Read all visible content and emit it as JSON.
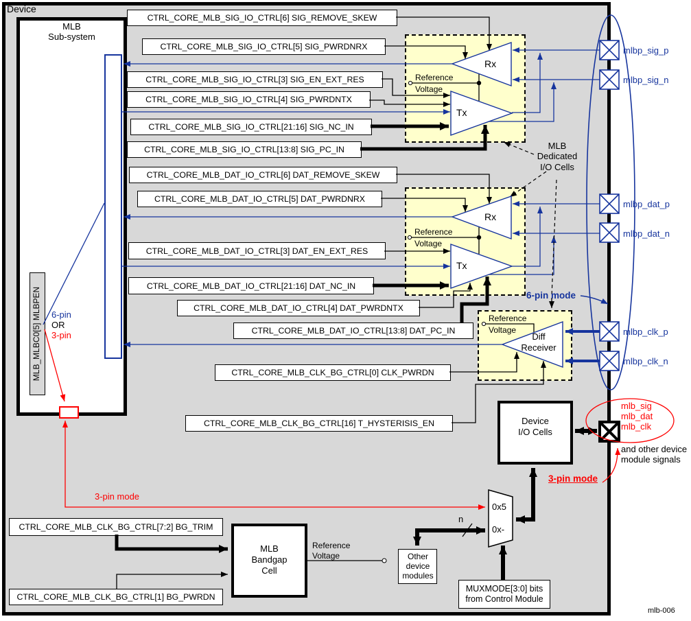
{
  "device": {
    "label": "Device",
    "figure_id": "mlb-006"
  },
  "subsystem": {
    "title1": "MLB",
    "title2": "Sub-system",
    "mlbpen": "MLB_MLBC0[5] MLBPEN",
    "pin6": "6-pin",
    "or": "OR",
    "pin3": "3-pin"
  },
  "registers": [
    {
      "label": "CTRL_CORE_MLB_SIG_IO_CTRL[6] SIG_REMOVE_SKEW"
    },
    {
      "label": "CTRL_CORE_MLB_SIG_IO_CTRL[5] SIG_PWRDNRX"
    },
    {
      "label": "CTRL_CORE_MLB_SIG_IO_CTRL[3] SIG_EN_EXT_RES"
    },
    {
      "label": "CTRL_CORE_MLB_SIG_IO_CTRL[4] SIG_PWRDNTX"
    },
    {
      "label": "CTRL_CORE_MLB_SIG_IO_CTRL[21:16] SIG_NC_IN"
    },
    {
      "label": "CTRL_CORE_MLB_SIG_IO_CTRL[13:8] SIG_PC_IN"
    },
    {
      "label": "CTRL_CORE_MLB_DAT_IO_CTRL[6] DAT_REMOVE_SKEW"
    },
    {
      "label": "CTRL_CORE_MLB_DAT_IO_CTRL[5] DAT_PWRDNRX"
    },
    {
      "label": "CTRL_CORE_MLB_DAT_IO_CTRL[3] DAT_EN_EXT_RES"
    },
    {
      "label": "CTRL_CORE_MLB_DAT_IO_CTRL[21:16] DAT_NC_IN"
    },
    {
      "label": "CTRL_CORE_MLB_DAT_IO_CTRL[4] DAT_PWRDNTX"
    },
    {
      "label": "CTRL_CORE_MLB_DAT_IO_CTRL[13:8] DAT_PC_IN"
    },
    {
      "label": "CTRL_CORE_MLB_CLK_BG_CTRL[0] CLK_PWRDN"
    },
    {
      "label": "CTRL_CORE_MLB_CLK_BG_CTRL[16] T_HYSTERISIS_EN"
    },
    {
      "label": "CTRL_CORE_MLB_CLK_BG_CTRL[7:2] BG_TRIM"
    },
    {
      "label": "CTRL_CORE_MLB_CLK_BG_CTRL[1] BG_PWRDN"
    }
  ],
  "cells": {
    "callout1": "MLB",
    "callout2": "Dedicated",
    "callout3": "I/O Cells",
    "rx": "Rx",
    "tx": "Tx",
    "diff1": "Diff",
    "diff2": "Receiver",
    "ref1": "Reference",
    "ref2": "Voltage"
  },
  "pads": {
    "sig_p": "mlbp_sig_p",
    "sig_n": "mlbp_sig_n",
    "dat_p": "mlbp_dat_p",
    "dat_n": "mlbp_dat_n",
    "clk_p": "mlbp_clk_p",
    "clk_n": "mlbp_clk_n"
  },
  "modes": {
    "six": "6-pin mode",
    "three_left": "3-pin mode",
    "three_right": "3-pin mode"
  },
  "bottom": {
    "io1": "Device",
    "io2": "I/O Cells",
    "bg1": "MLB",
    "bg2": "Bandgap",
    "bg3": "Cell",
    "ref1": "Reference",
    "ref2": "Voltage",
    "om1": "Other",
    "om2": "device",
    "om3": "modules",
    "mux_a": "0x5",
    "mux_b": "0x-",
    "n": "n",
    "muxmode1": "MUXMODE[3:0] bits",
    "muxmode2": "from Control Module"
  },
  "signals": {
    "s1": "mlb_sig",
    "s2": "mlb_dat",
    "s3": "mlb_clk",
    "o1": "and other device",
    "o2": "module signals"
  },
  "colors": {
    "blue": "#16349d",
    "red": "#fe0000",
    "cell_yellow": "#ffffcc",
    "device_gray": "#d8d8d8"
  }
}
